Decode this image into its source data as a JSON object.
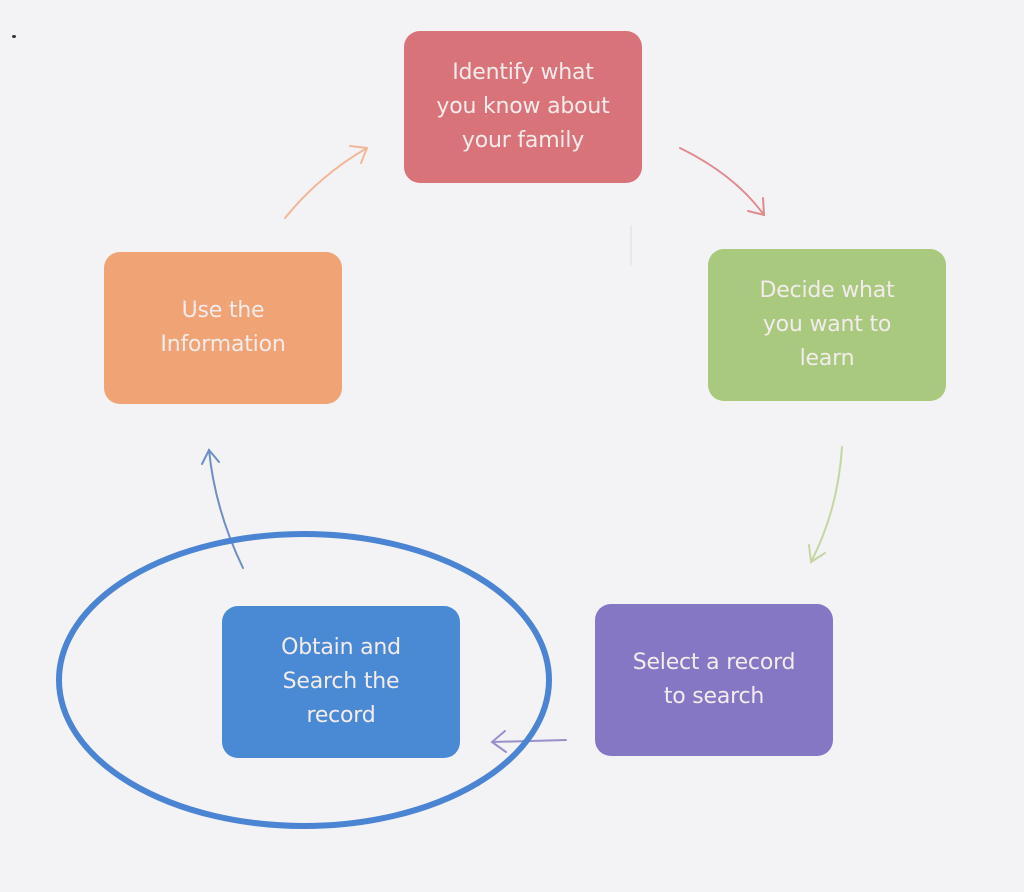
{
  "diagram": {
    "type": "cycle",
    "nodes": [
      {
        "id": "identify",
        "label": "Identify what\nyou know about\nyour family",
        "color": "#d9737a"
      },
      {
        "id": "decide",
        "label": "Decide what\nyou want to\nlearn",
        "color": "#a8c97e"
      },
      {
        "id": "select",
        "label": "Select a record\nto search",
        "color": "#8577c4"
      },
      {
        "id": "obtain",
        "label": "Obtain and\nSearch the\nrecord",
        "color": "#4a8ad4"
      },
      {
        "id": "use",
        "label": "Use the\nInformation",
        "color": "#f0a374"
      }
    ],
    "edges": [
      {
        "from": "identify",
        "to": "decide",
        "color": "#e08a8e"
      },
      {
        "from": "decide",
        "to": "select",
        "color": "#c4d6a2"
      },
      {
        "from": "select",
        "to": "obtain",
        "color": "#9a8fc9"
      },
      {
        "from": "obtain",
        "to": "use",
        "color": "#6f8fc4"
      },
      {
        "from": "use",
        "to": "identify",
        "color": "#f0b898"
      }
    ],
    "highlight": {
      "target": "obtain",
      "shape": "ellipse",
      "color": "#4a84d2"
    }
  }
}
